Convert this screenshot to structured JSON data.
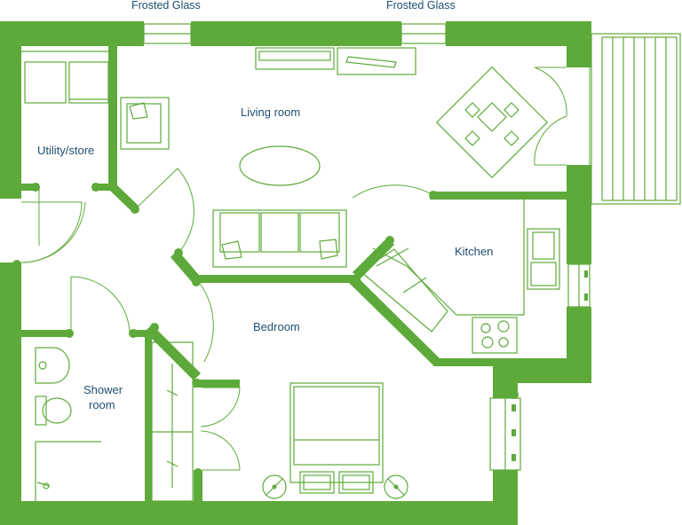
{
  "labels": {
    "frosted_glass_left": "Frosted Glass",
    "frosted_glass_right": "Frosted Glass",
    "living_room": "Living room",
    "utility_store": "Utility/store",
    "kitchen": "Kitchen",
    "bedroom": "Bedroom",
    "shower_line1": "Shower",
    "shower_line2": "room"
  },
  "colors": {
    "wall": "#5daa3a",
    "label_text": "#1d4e6e"
  }
}
